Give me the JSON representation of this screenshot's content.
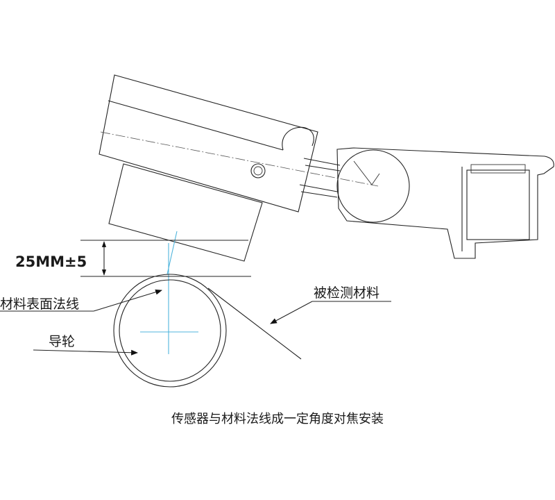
{
  "labels": {
    "dimension": "25MM±5",
    "surface_normal": "材料表面法线",
    "measured_material": "被检测材料",
    "guide_wheel": "导轮",
    "caption": "传感器与材料法线成一定角度对焦安装"
  }
}
